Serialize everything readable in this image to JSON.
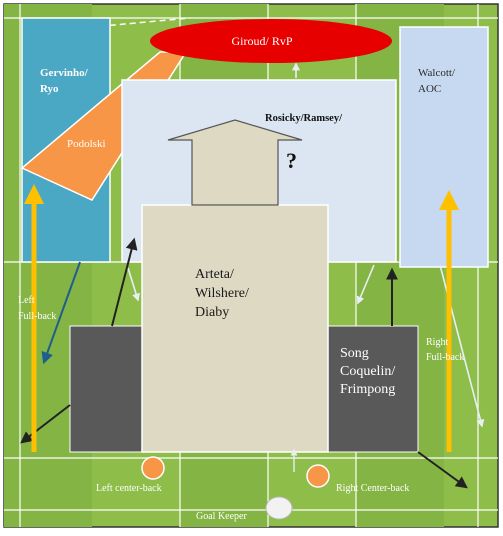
{
  "labels": {
    "striker": "Giroud/ RvP",
    "left_winger": "Gervinho/ Ryo",
    "left_inside": "Podolski",
    "right_winger": "Walcott/ AOC",
    "attacking_mid": "Rosicky/Ramsey/",
    "question_mark": "?",
    "central_mid": "Arteta/ Wilshere/ Diaby",
    "defensive_mid": "Song Coquelin/ Frimpong",
    "left_fullback": "Left Full-back",
    "right_fullback": "Right Full-back",
    "left_centerback": "Left center-back",
    "right_centerback": "Right Center-back",
    "goalkeeper": "Goal Keeper"
  },
  "colors": {
    "pitch": "#8ebd4a",
    "stripe": "#84b443",
    "striker": "#e60000",
    "left_winger": "#4aa8c4",
    "left_inside": "#f79646",
    "right_winger": "#c6d9f1",
    "attacking_mid": "#dce6f2",
    "central_mid": "#ddd9c3",
    "defensive_block": "#595959",
    "fullback_arrow": "#ffc000",
    "centerback": "#f79646",
    "goalkeeper": "#f2f2f2"
  }
}
